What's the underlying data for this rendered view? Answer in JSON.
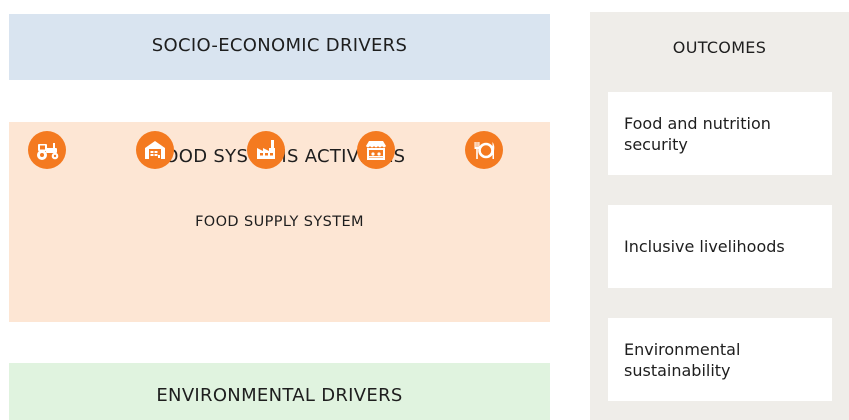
{
  "socio_economic": {
    "label": "SOCIO-ECONOMIC DRIVERS"
  },
  "food_systems": {
    "title": "FOOD SYSTEMS ACTIVITIES",
    "subtitle": "FOOD SUPPLY SYSTEM",
    "icons": [
      "tractor-icon",
      "warehouse-icon",
      "factory-icon",
      "market-stall-icon",
      "plate-cutlery-icon"
    ]
  },
  "environmental": {
    "label": "ENVIRONMENTAL DRIVERS"
  },
  "outcomes": {
    "title": "OUTCOMES",
    "items": [
      {
        "lines": [
          "Food and nutrition",
          "security"
        ]
      },
      {
        "lines": [
          "Inclusive livelihoods"
        ]
      },
      {
        "lines": [
          "Environmental",
          "sustainability"
        ]
      }
    ]
  },
  "colors": {
    "socio_bg": "#d9e4f0",
    "activities_bg": "#fde6d4",
    "environmental_bg": "#e0f3df",
    "outcomes_bg": "#efede9",
    "icon_accent": "#f47a20"
  }
}
